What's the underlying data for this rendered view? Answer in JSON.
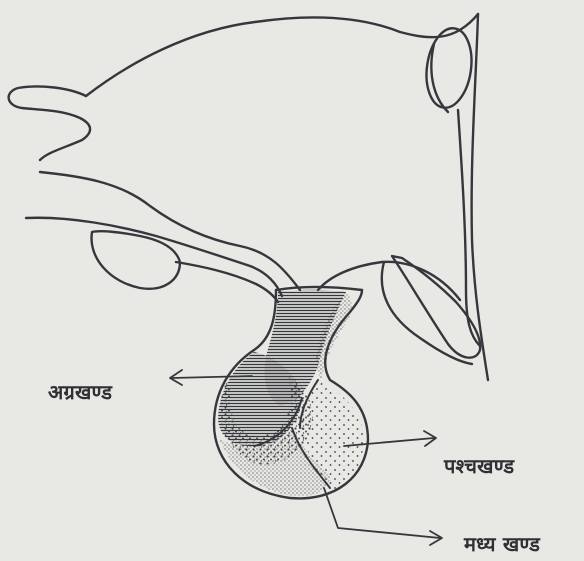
{
  "diagram": {
    "labels": {
      "anterior_lobe": "अग्रखण्ड",
      "posterior_lobe": "पश्चखण्ड",
      "middle_lobe": "मध्य खण्ड"
    },
    "colors": {
      "paper": "#e8e9e4",
      "ink": "#36373d",
      "stipple": "#3a3b40"
    }
  }
}
